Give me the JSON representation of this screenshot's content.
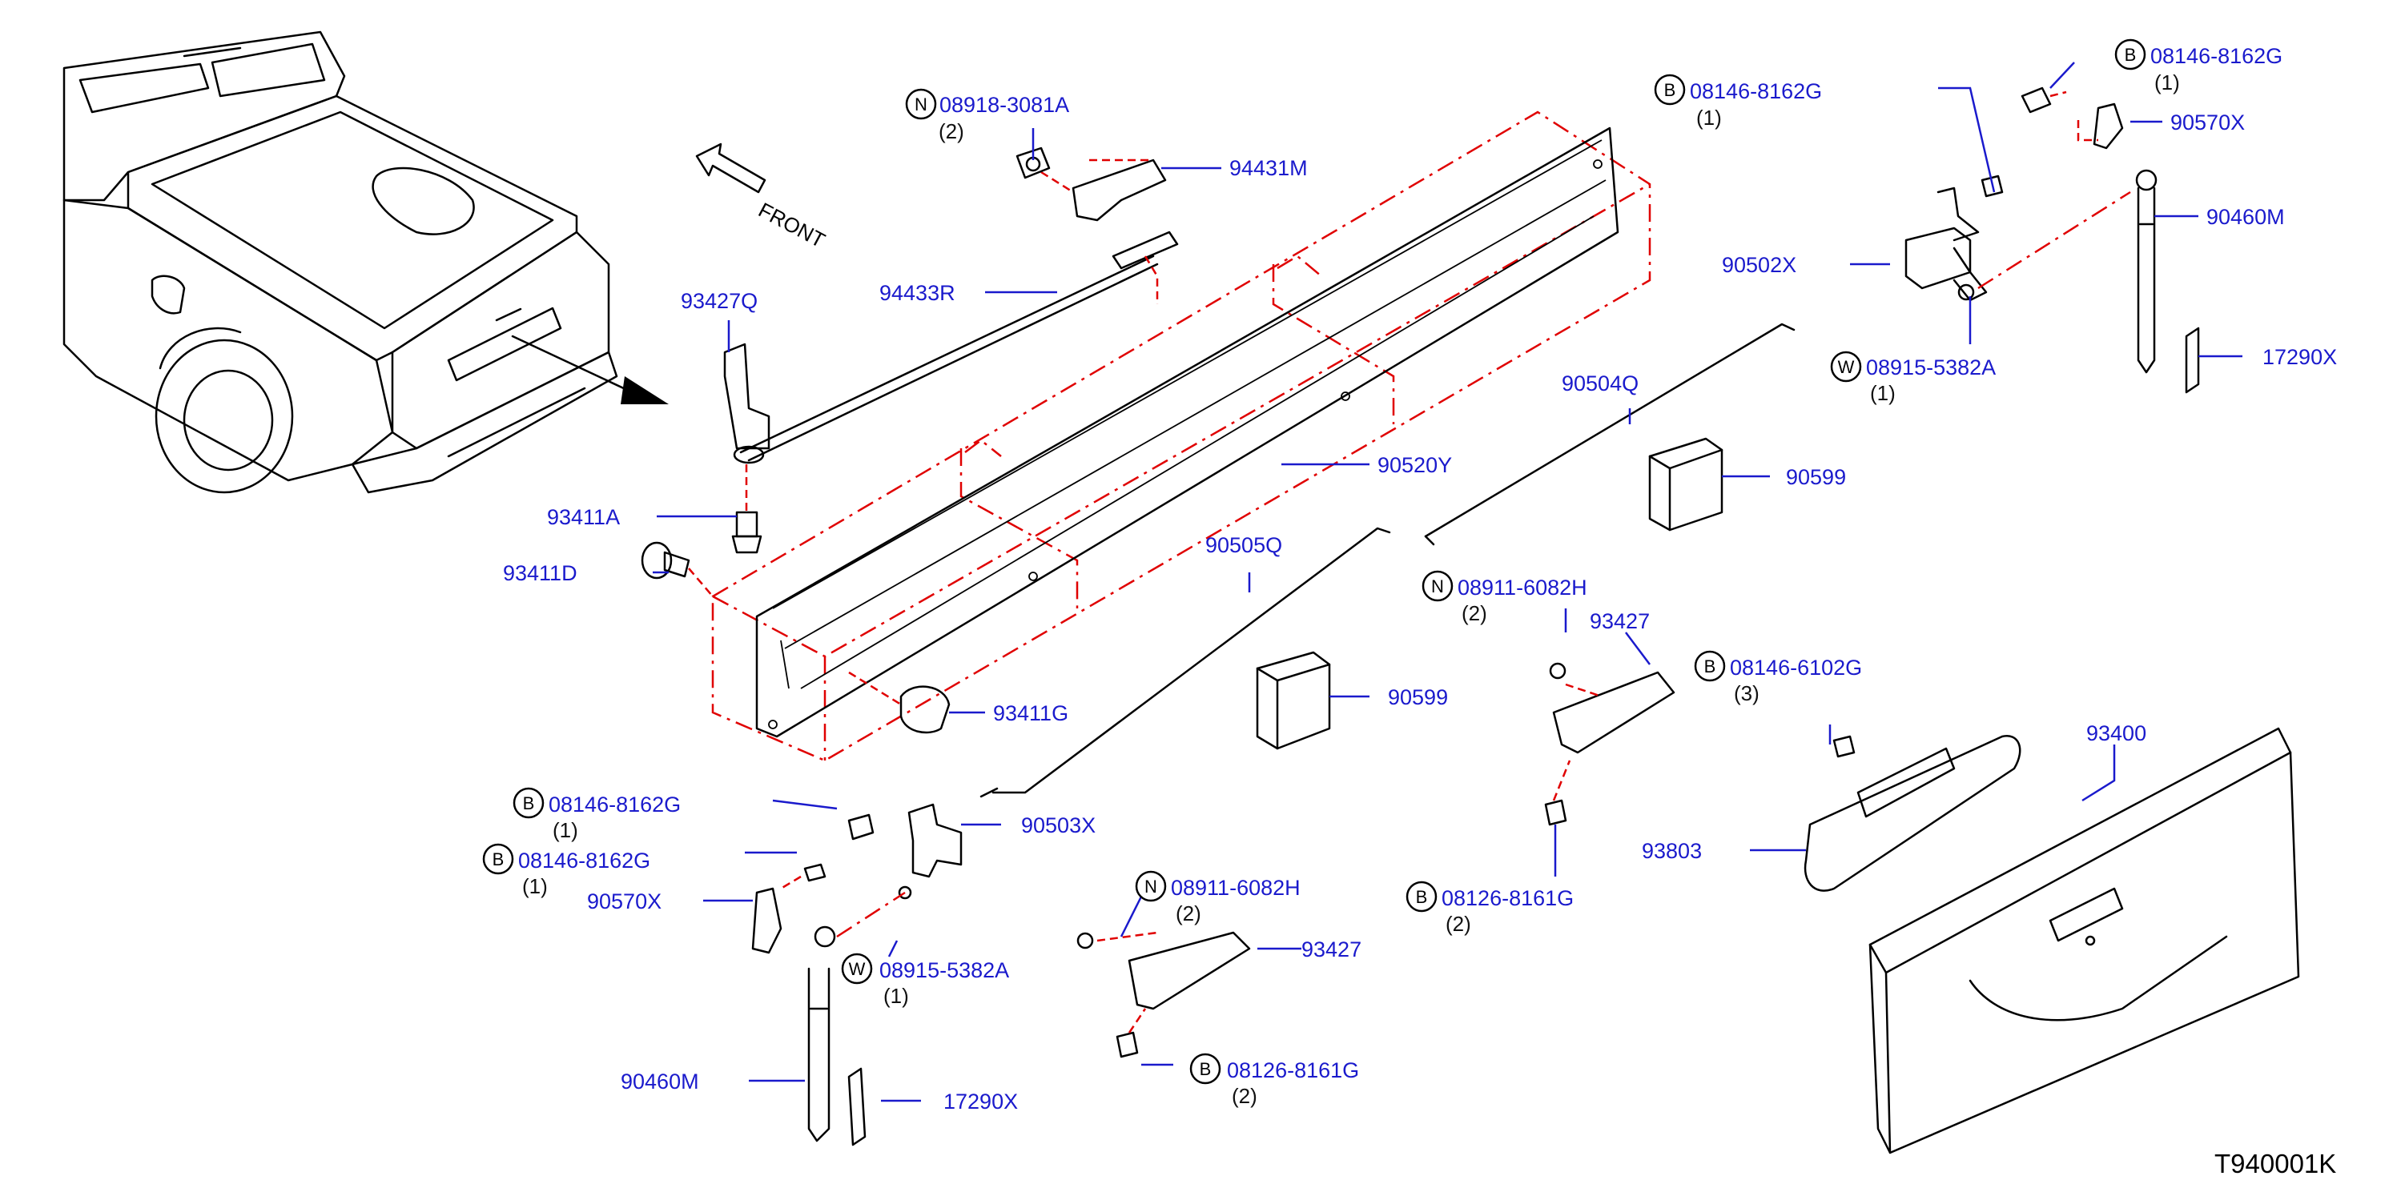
{
  "diagram": {
    "drawing_code": "T940001K",
    "front_label": "FRONT",
    "colors": {
      "part_number": "#1a1acc",
      "leader": "#1a1acc",
      "assembly_line": "#e00000",
      "ink": "#000000"
    },
    "callouts": [
      {
        "id": "c01",
        "badge": "N",
        "part": "08918-3081A",
        "qty": "(2)"
      },
      {
        "id": "c02",
        "badge": "",
        "part": "94431M",
        "qty": ""
      },
      {
        "id": "c03",
        "badge": "",
        "part": "94433R",
        "qty": ""
      },
      {
        "id": "c04",
        "badge": "",
        "part": "93427Q",
        "qty": ""
      },
      {
        "id": "c05",
        "badge": "",
        "part": "93411A",
        "qty": ""
      },
      {
        "id": "c06",
        "badge": "",
        "part": "93411D",
        "qty": ""
      },
      {
        "id": "c07",
        "badge": "",
        "part": "90520Y",
        "qty": ""
      },
      {
        "id": "c08",
        "badge": "",
        "part": "93411G",
        "qty": ""
      },
      {
        "id": "c09",
        "badge": "",
        "part": "90505Q",
        "qty": ""
      },
      {
        "id": "c10",
        "badge": "",
        "part": "90599",
        "qty": ""
      },
      {
        "id": "c11",
        "badge": "",
        "part": "90504Q",
        "qty": ""
      },
      {
        "id": "c12",
        "badge": "",
        "part": "90599",
        "qty": ""
      },
      {
        "id": "c13",
        "badge": "B",
        "part": "08146-8162G",
        "qty": "(1)"
      },
      {
        "id": "c14",
        "badge": "B",
        "part": "08146-8162G",
        "qty": "(1)"
      },
      {
        "id": "c15",
        "badge": "",
        "part": "90570X",
        "qty": ""
      },
      {
        "id": "c16",
        "badge": "",
        "part": "90460M",
        "qty": ""
      },
      {
        "id": "c17",
        "badge": "",
        "part": "90502X",
        "qty": ""
      },
      {
        "id": "c18",
        "badge": "W",
        "part": "08915-5382A",
        "qty": "(1)"
      },
      {
        "id": "c19",
        "badge": "",
        "part": "17290X",
        "qty": ""
      },
      {
        "id": "c20",
        "badge": "N",
        "part": "08911-6082H",
        "qty": "(2)"
      },
      {
        "id": "c21",
        "badge": "",
        "part": "93427",
        "qty": ""
      },
      {
        "id": "c22",
        "badge": "B",
        "part": "08146-6102G",
        "qty": "(3)"
      },
      {
        "id": "c23",
        "badge": "",
        "part": "93400",
        "qty": ""
      },
      {
        "id": "c24",
        "badge": "",
        "part": "93803",
        "qty": ""
      },
      {
        "id": "c25",
        "badge": "B",
        "part": "08126-8161G",
        "qty": "(2)"
      },
      {
        "id": "c26",
        "badge": "B",
        "part": "08146-8162G",
        "qty": "(1)"
      },
      {
        "id": "c27",
        "badge": "B",
        "part": "08146-8162G",
        "qty": "(1)"
      },
      {
        "id": "c28",
        "badge": "",
        "part": "90503X",
        "qty": ""
      },
      {
        "id": "c29",
        "badge": "",
        "part": "90570X",
        "qty": ""
      },
      {
        "id": "c30",
        "badge": "W",
        "part": "08915-5382A",
        "qty": "(1)"
      },
      {
        "id": "c31",
        "badge": "",
        "part": "90460M",
        "qty": ""
      },
      {
        "id": "c32",
        "badge": "",
        "part": "17290X",
        "qty": ""
      },
      {
        "id": "c33",
        "badge": "N",
        "part": "08911-6082H",
        "qty": "(2)"
      },
      {
        "id": "c34",
        "badge": "",
        "part": "93427",
        "qty": ""
      },
      {
        "id": "c35",
        "badge": "B",
        "part": "08126-8161G",
        "qty": "(2)"
      }
    ]
  }
}
